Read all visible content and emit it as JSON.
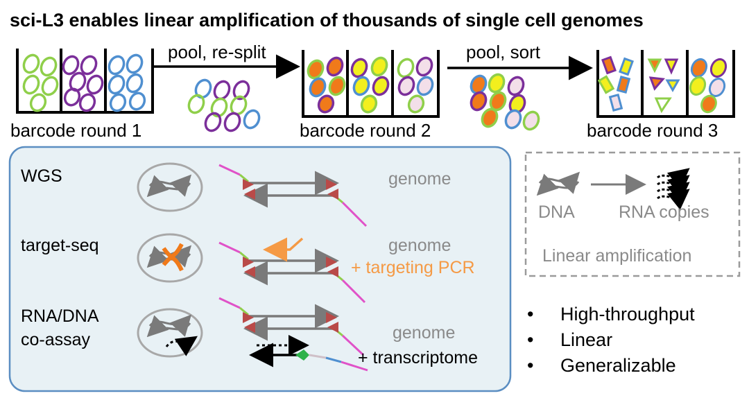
{
  "title": "sci-L3 enables linear amplification of thousands of single cell genomes",
  "rounds": [
    {
      "label": "barcode round 1"
    },
    {
      "label": "barcode round 2"
    },
    {
      "label": "barcode round 3"
    }
  ],
  "arrows": [
    {
      "label": "pool, re-split"
    },
    {
      "label": "pool, sort"
    }
  ],
  "methods": [
    {
      "name": "WGS",
      "desc": "genome",
      "extra": ""
    },
    {
      "name": "target-seq",
      "desc": "genome",
      "extra": "+ targeting PCR"
    },
    {
      "name_lines": [
        "RNA/DNA",
        "co-assay"
      ],
      "desc": "genome",
      "extra": "+ transcriptome"
    }
  ],
  "linear_box": {
    "dna_label": "DNA",
    "rna_label": "RNA copies",
    "caption": "Linear amplification"
  },
  "bullets": [
    "High-throughput",
    "Linear",
    "Generalizable"
  ],
  "colors": {
    "green": "#8fcf4a",
    "purple": "#7b2f9a",
    "blue": "#4f8fd0",
    "orange": "#f07a1a",
    "yellow": "#f2ef1e",
    "red_arrow": "#b94a48",
    "magenta": "#e052c8",
    "panel_fill": "#e8f1f5",
    "panel_border": "#5b8ec2",
    "gray_text": "#8a8a8a",
    "orange_text": "#f59a45"
  }
}
